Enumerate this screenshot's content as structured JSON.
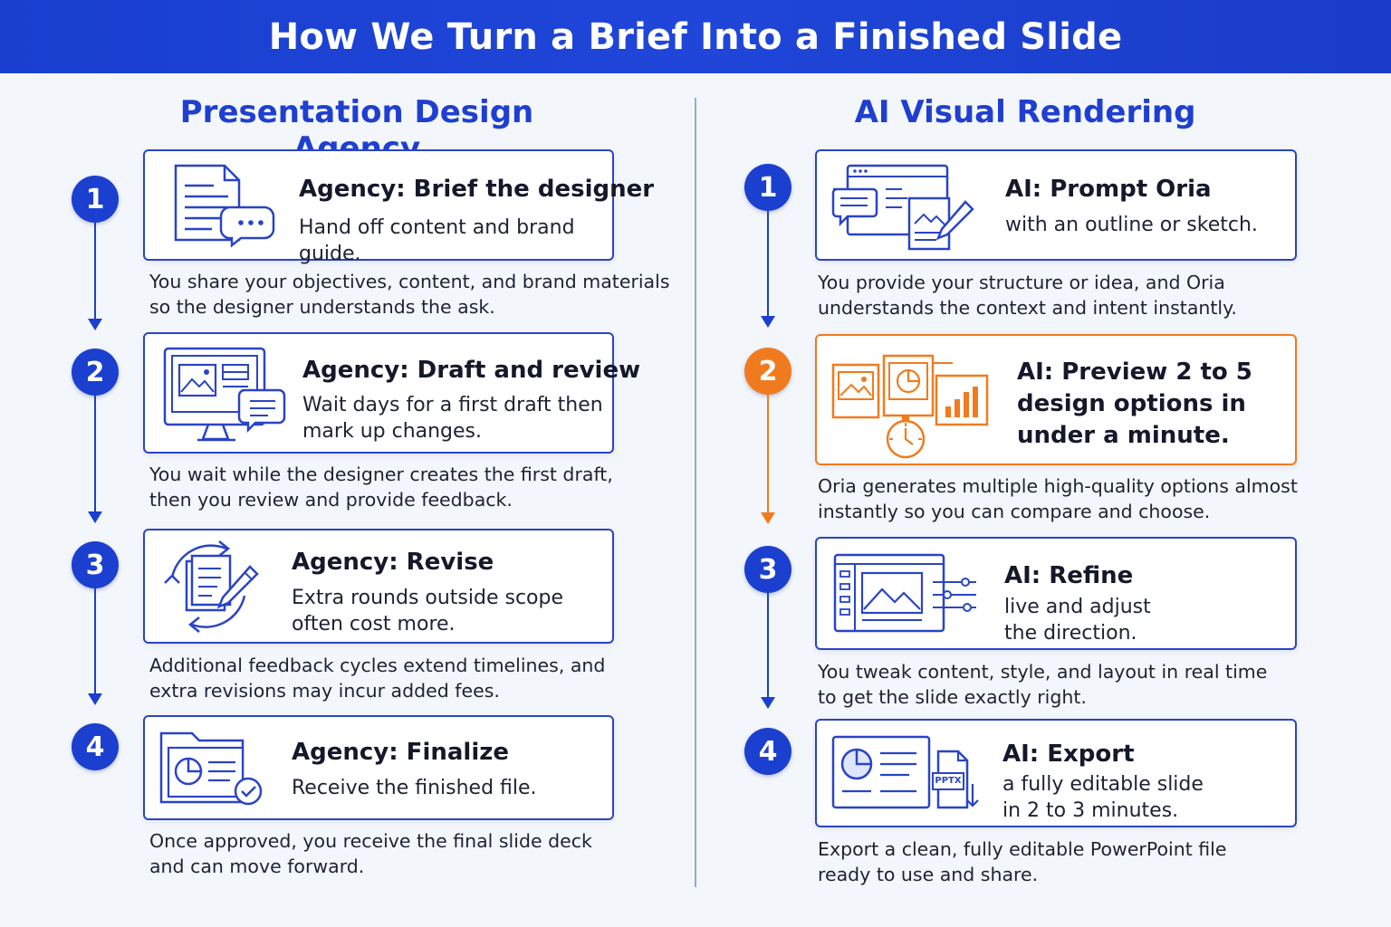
{
  "header": {
    "title": "How We Turn a Brief Into a Finished Slide"
  },
  "left": {
    "title": "Presentation Design Agency",
    "steps": [
      {
        "number": "1",
        "title": "Agency:  Brief the designer",
        "sub": "Hand off content and brand guide.",
        "desc_1": "You share your objectives, content, and brand materials",
        "desc_2": "so the designer understands the ask."
      },
      {
        "number": "2",
        "title": "Agency:  Draft and review",
        "sub_1": "Wait days for a first draft then",
        "sub_2": "mark up changes.",
        "desc_1": "You wait while the designer creates the first draft,",
        "desc_2": "then you review and provide feedback."
      },
      {
        "number": "3",
        "title": "Agency:  Revise",
        "sub_1": "Extra rounds outside scope",
        "sub_2": "often cost more.",
        "desc_1": "Additional feedback cycles extend timelines, and",
        "desc_2": "extra revisions may incur added fees."
      },
      {
        "number": "4",
        "title": "Agency:  Finalize",
        "sub": "Receive the finished file.",
        "desc_1": "Once approved, you receive the final slide deck",
        "desc_2": "and can move forward."
      }
    ]
  },
  "right": {
    "title": "AI Visual Rendering",
    "steps": [
      {
        "number": "1",
        "title": "AI: Prompt Oria",
        "sub": "with an outline or sketch.",
        "desc_1": "You provide your structure or idea, and Oria",
        "desc_2": "understands the context and intent instantly."
      },
      {
        "number": "2",
        "title_1": "AI:  Preview 2 to 5",
        "title_2": "design options in",
        "title_3": "under a minute.",
        "desc_1": "Oria generates multiple high-quality options almost",
        "desc_2": "instantly so you can compare and choose."
      },
      {
        "number": "3",
        "title": "AI:  Refine",
        "sub_1": "live and adjust",
        "sub_2": "the direction.",
        "desc_1": "You tweak content, style, and layout in real time",
        "desc_2": "to get the slide exactly right."
      },
      {
        "number": "4",
        "title": "AI:  Export",
        "sub_1": "a fully editable slide",
        "sub_2": "in 2 to 3 minutes.",
        "desc_1": "Export a clean, fully editable PowerPoint file",
        "desc_2": "ready to use and share.",
        "file_label": "PPTX"
      }
    ]
  },
  "colors": {
    "blue": "#1b3fcf",
    "orange": "#f07b1e",
    "header": "#1f46d9"
  },
  "icons": [
    "document-chat-icon",
    "monitor-chat-icon",
    "revise-cycle-icon",
    "folder-check-icon",
    "prompt-windows-icon",
    "preview-options-icon",
    "refine-sliders-icon",
    "export-pptx-icon"
  ]
}
